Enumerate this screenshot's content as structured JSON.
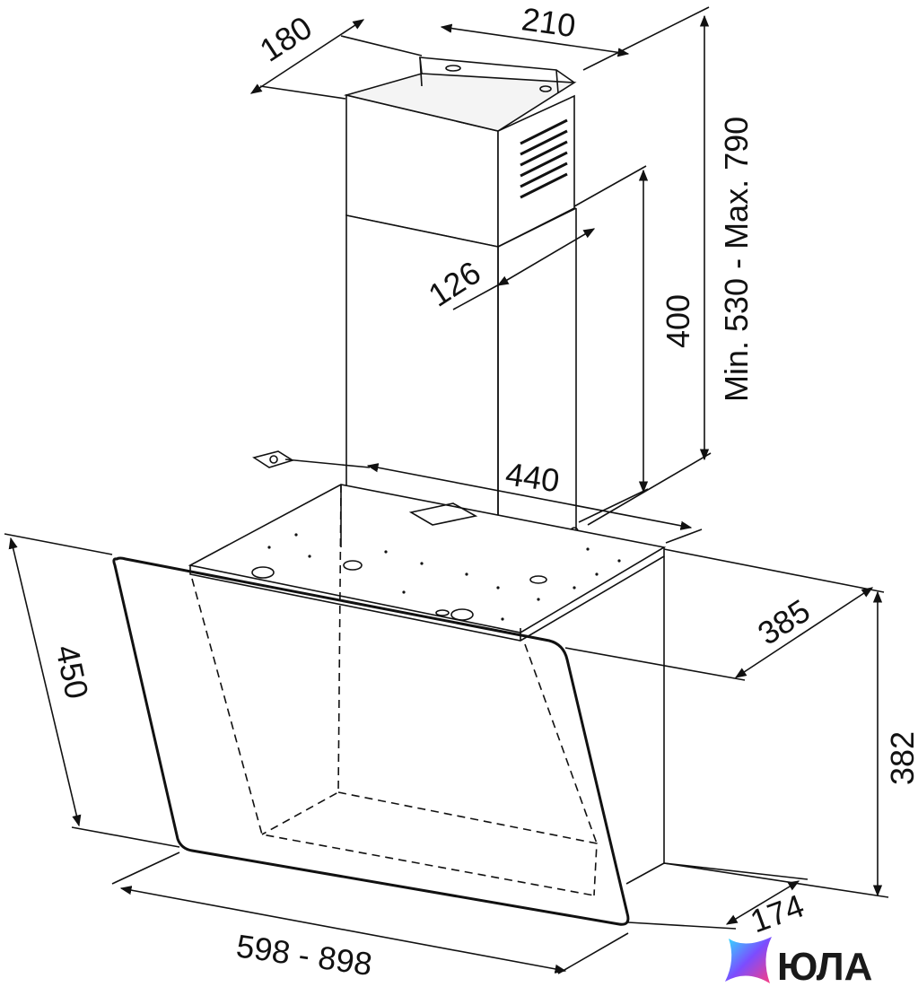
{
  "diagram": {
    "dimensions": {
      "chimney_depth": "180",
      "chimney_width": "210",
      "chimney_height_range": "Min. 530 - Max. 790",
      "inner_chimney_depth": "126",
      "inner_chimney_height": "400",
      "hood_width": "440",
      "hood_depth": "385",
      "hood_height": "382",
      "glass_height": "450",
      "mount_offset": "174",
      "overall_width": "598 - 898"
    },
    "watermark": {
      "text": "ЮЛА",
      "icon": "star-logo-icon",
      "colors": [
        "#ff3d7f",
        "#7b4dff",
        "#2ee6ff"
      ]
    }
  }
}
